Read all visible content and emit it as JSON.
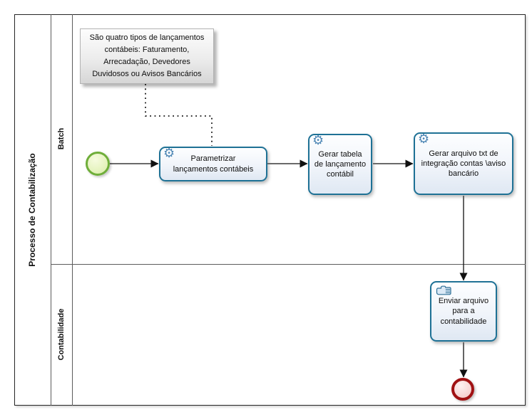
{
  "diagram": {
    "pool_label": "Processo de Contabilização",
    "lanes": [
      {
        "label": "Batch"
      },
      {
        "label": "Contabilidade"
      }
    ]
  },
  "annotation": {
    "text": "São quatro tipos de lançamentos\ncontábeis: Faturamento,\nArrecadação, Devedores\nDuvidosos ou Avisos Bancários"
  },
  "tasks": [
    {
      "label": "Parametrizar\nlançamentos contábeis",
      "type": "service",
      "icon": "gear-icon"
    },
    {
      "label": "Gerar tabela\nde lançamento\ncontábil",
      "type": "service",
      "icon": "gear-icon"
    },
    {
      "label": "Gerar arquivo txt de\nintegração contas \\aviso\nbancário",
      "type": "service",
      "icon": "gear-icon"
    },
    {
      "label": "Enviar arquivo\npara a\ncontabilidade",
      "type": "manual",
      "icon": "manual-hand-icon"
    }
  ],
  "events": {
    "start": {
      "name": "start-event",
      "border_color": "#6fae3a"
    },
    "end": {
      "name": "end-event",
      "border_color": "#a01113"
    }
  },
  "icons": {
    "gear": "⚙"
  },
  "colors": {
    "task_border": "#1e7195",
    "task_fill_top": "#fdfeff",
    "task_fill_bottom": "#dfe8f3",
    "task_icon_blue": "#4e87b5",
    "start_fill": "#e7f4c2",
    "end_fill": "#f8d9d9",
    "annotation_fill": "#e3e3e3",
    "annotation_border": "#b3b3b3",
    "lane_line": "#5c5c5c",
    "flow_line": "#111111"
  }
}
